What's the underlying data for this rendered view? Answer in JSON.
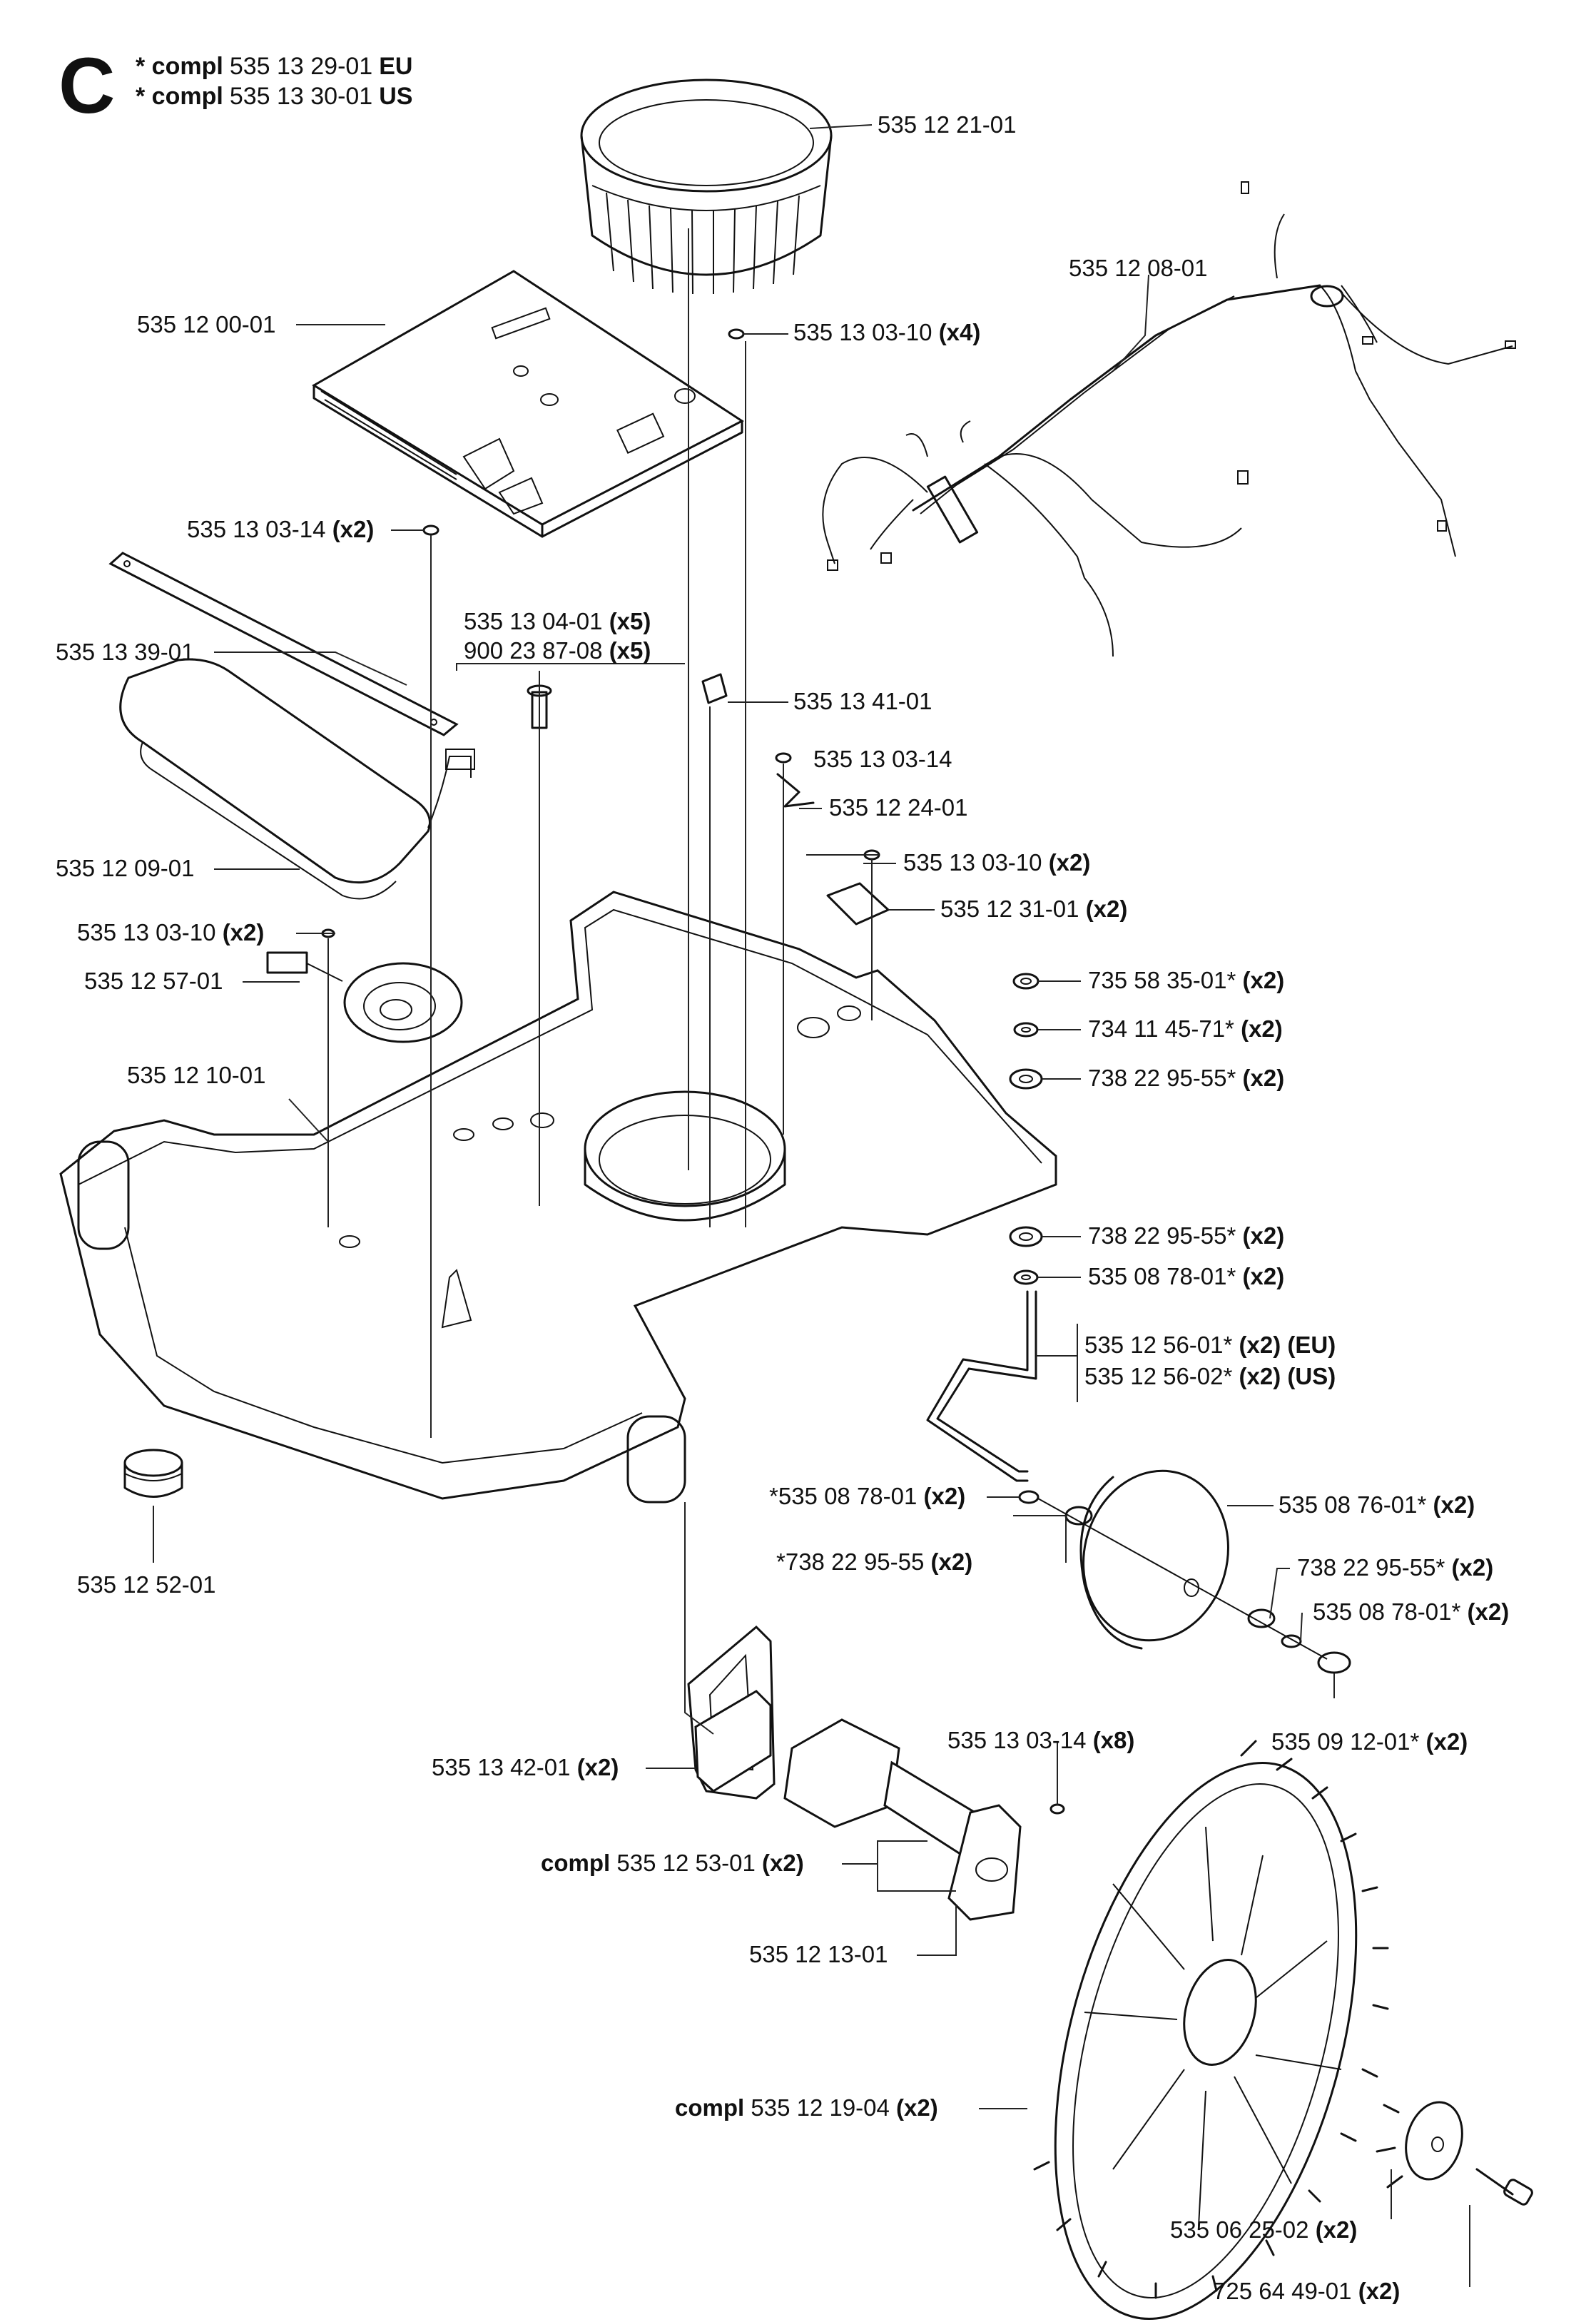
{
  "header": {
    "section": "C",
    "lines": [
      {
        "bold": "* compl",
        "number": "535 13 29-01",
        "suffix": "EU"
      },
      {
        "bold": "* compl",
        "number": "535 13 30-01",
        "suffix": "US"
      }
    ]
  },
  "parts": [
    {
      "id": "p01",
      "prefix": "",
      "number": "535 12 21-01",
      "qty": ""
    },
    {
      "id": "p02",
      "prefix": "",
      "number": "535 12 08-01",
      "qty": ""
    },
    {
      "id": "p03",
      "prefix": "",
      "number": "535 12 00-01",
      "qty": ""
    },
    {
      "id": "p04",
      "prefix": "",
      "number": "535 13 03-10",
      "qty": "(x4)"
    },
    {
      "id": "p05",
      "prefix": "",
      "number": "535 13 03-14",
      "qty": "(x2)"
    },
    {
      "id": "p06",
      "prefix": "",
      "number": "535 13 04-01",
      "qty": "(x5)"
    },
    {
      "id": "p07",
      "prefix": "",
      "number": "900 23 87-08",
      "qty": "(x5)"
    },
    {
      "id": "p08",
      "prefix": "",
      "number": "535 13 39-01",
      "qty": ""
    },
    {
      "id": "p09",
      "prefix": "",
      "number": "535 13 41-01",
      "qty": ""
    },
    {
      "id": "p10",
      "prefix": "",
      "number": "535 13 03-14",
      "qty": ""
    },
    {
      "id": "p11",
      "prefix": "",
      "number": "535 12 24-01",
      "qty": ""
    },
    {
      "id": "p12",
      "prefix": "",
      "number": "535 12 09-01",
      "qty": ""
    },
    {
      "id": "p13",
      "prefix": "",
      "number": "535 13 03-10",
      "qty": "(x2)"
    },
    {
      "id": "p14",
      "prefix": "",
      "number": "535 12 31-01",
      "qty": "(x2)"
    },
    {
      "id": "p15",
      "prefix": "",
      "number": "535 13 03-10",
      "qty": "(x2)"
    },
    {
      "id": "p16",
      "prefix": "",
      "number": "535 12 57-01",
      "qty": ""
    },
    {
      "id": "p17",
      "prefix": "",
      "number": "735 58 35-01*",
      "qty": "(x2)"
    },
    {
      "id": "p18",
      "prefix": "",
      "number": "734 11 45-71*",
      "qty": "(x2)"
    },
    {
      "id": "p19",
      "prefix": "",
      "number": "535 12 10-01",
      "qty": ""
    },
    {
      "id": "p20",
      "prefix": "",
      "number": "738 22 95-55*",
      "qty": "(x2)"
    },
    {
      "id": "p21",
      "prefix": "",
      "number": "738 22 95-55*",
      "qty": "(x2)"
    },
    {
      "id": "p22",
      "prefix": "",
      "number": "535 08 78-01*",
      "qty": "(x2)"
    },
    {
      "id": "p23",
      "prefix": "",
      "number": "535 12 56-01*",
      "qty": "(x2) (EU)"
    },
    {
      "id": "p24",
      "prefix": "",
      "number": "535 12 56-02*",
      "qty": "(x2) (US)"
    },
    {
      "id": "p25",
      "prefix": "",
      "number": "*535 08 78-01",
      "qty": "(x2)"
    },
    {
      "id": "p26",
      "prefix": "",
      "number": "535 08 76-01*",
      "qty": "(x2)"
    },
    {
      "id": "p27",
      "prefix": "",
      "number": "*738 22 95-55",
      "qty": "(x2)"
    },
    {
      "id": "p28",
      "prefix": "",
      "number": "738 22 95-55*",
      "qty": "(x2)"
    },
    {
      "id": "p29",
      "prefix": "",
      "number": "535 12 52-01",
      "qty": ""
    },
    {
      "id": "p30",
      "prefix": "",
      "number": "535 08 78-01*",
      "qty": "(x2)"
    },
    {
      "id": "p31",
      "prefix": "",
      "number": "535 09 12-01*",
      "qty": "(x2)"
    },
    {
      "id": "p32",
      "prefix": "",
      "number": "535 13 42-01",
      "qty": "(x2)"
    },
    {
      "id": "p33",
      "prefix": "",
      "number": "535 13 03-14",
      "qty": "(x8)"
    },
    {
      "id": "p34",
      "prefix": "compl",
      "number": "535 12 53-01",
      "qty": "(x2)"
    },
    {
      "id": "p35",
      "prefix": "",
      "number": "535 12 13-01",
      "qty": ""
    },
    {
      "id": "p36",
      "prefix": "compl",
      "number": "535 12 19-04",
      "qty": "(x2)"
    },
    {
      "id": "p37",
      "prefix": "",
      "number": "535 06 25-02",
      "qty": "(x2)"
    },
    {
      "id": "p38",
      "prefix": "",
      "number": "725 64 49-01",
      "qty": "(x2)"
    }
  ]
}
